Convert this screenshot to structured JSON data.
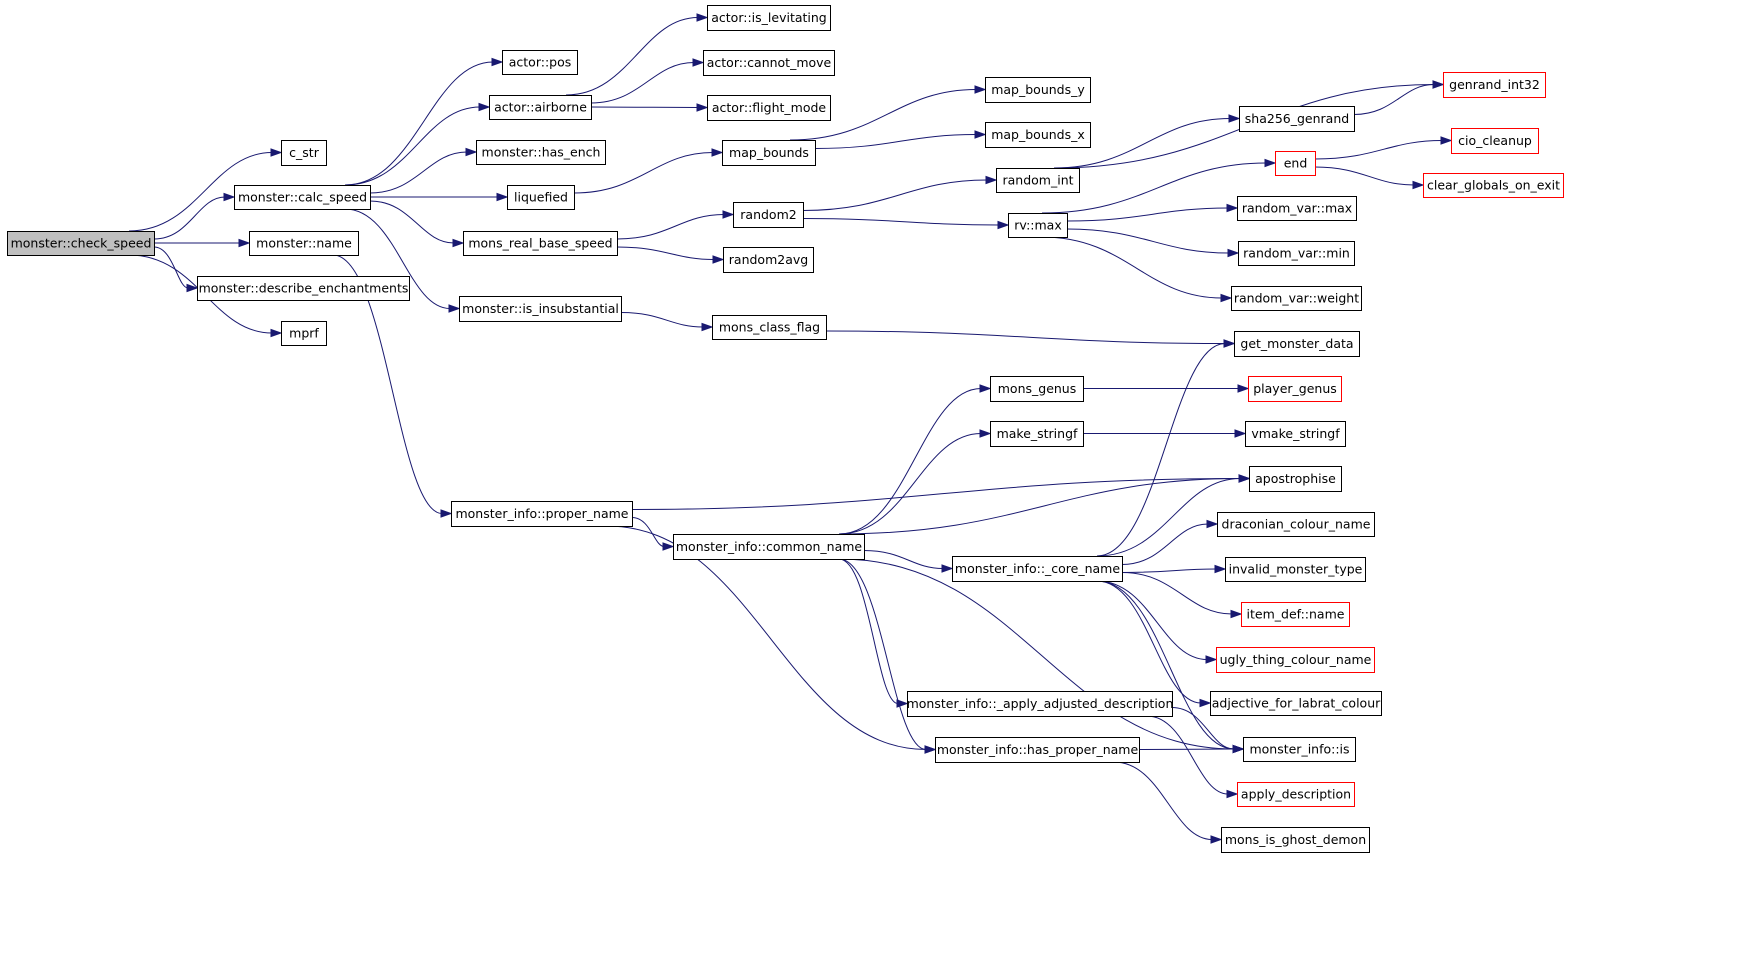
{
  "colors": {
    "edge": "#191970",
    "node_border": "#000000",
    "truncated_node_border": "#ff0000",
    "root_fill": "#bfbfbf"
  },
  "nodes": [
    {
      "id": "check_speed",
      "label": "monster::check_speed",
      "kind": "root"
    },
    {
      "id": "c_str",
      "label": "c_str",
      "kind": "normal"
    },
    {
      "id": "calc_speed",
      "label": "monster::calc_speed",
      "kind": "normal"
    },
    {
      "id": "mname",
      "label": "monster::name",
      "kind": "normal"
    },
    {
      "id": "describe_ench",
      "label": "monster::describe_enchantments",
      "kind": "normal"
    },
    {
      "id": "mprf",
      "label": "mprf",
      "kind": "normal"
    },
    {
      "id": "pos",
      "label": "actor::pos",
      "kind": "normal"
    },
    {
      "id": "airborne",
      "label": "actor::airborne",
      "kind": "normal"
    },
    {
      "id": "has_ench",
      "label": "monster::has_ench",
      "kind": "normal"
    },
    {
      "id": "liquefied",
      "label": "liquefied",
      "kind": "normal"
    },
    {
      "id": "mons_real_base_speed",
      "label": "mons_real_base_speed",
      "kind": "normal"
    },
    {
      "id": "is_insubstantial",
      "label": "monster::is_insubstantial",
      "kind": "normal"
    },
    {
      "id": "proper_name",
      "label": "monster_info::proper_name",
      "kind": "normal"
    },
    {
      "id": "is_levitating",
      "label": "actor::is_levitating",
      "kind": "normal"
    },
    {
      "id": "cannot_move",
      "label": "actor::cannot_move",
      "kind": "normal"
    },
    {
      "id": "flight_mode",
      "label": "actor::flight_mode",
      "kind": "normal"
    },
    {
      "id": "map_bounds",
      "label": "map_bounds",
      "kind": "normal"
    },
    {
      "id": "random2",
      "label": "random2",
      "kind": "normal"
    },
    {
      "id": "random2avg",
      "label": "random2avg",
      "kind": "normal"
    },
    {
      "id": "mons_class_flag",
      "label": "mons_class_flag",
      "kind": "normal"
    },
    {
      "id": "common_name",
      "label": "monster_info::common_name",
      "kind": "normal"
    },
    {
      "id": "map_bounds_y",
      "label": "map_bounds_y",
      "kind": "normal"
    },
    {
      "id": "map_bounds_x",
      "label": "map_bounds_x",
      "kind": "normal"
    },
    {
      "id": "random_int",
      "label": "random_int",
      "kind": "normal"
    },
    {
      "id": "rv_max",
      "label": "rv::max",
      "kind": "normal"
    },
    {
      "id": "mons_genus",
      "label": "mons_genus",
      "kind": "normal"
    },
    {
      "id": "make_stringf",
      "label": "make_stringf",
      "kind": "normal"
    },
    {
      "id": "core_name",
      "label": "monster_info::_core_name",
      "kind": "normal"
    },
    {
      "id": "apply_adj_desc",
      "label": "monster_info::_apply_adjusted_description",
      "kind": "normal"
    },
    {
      "id": "has_proper_name",
      "label": "monster_info::has_proper_name",
      "kind": "normal"
    },
    {
      "id": "sha256",
      "label": "sha256_genrand",
      "kind": "normal"
    },
    {
      "id": "end",
      "label": "end",
      "kind": "truncated"
    },
    {
      "id": "rv_var_max",
      "label": "random_var::max",
      "kind": "normal"
    },
    {
      "id": "rv_var_min",
      "label": "random_var::min",
      "kind": "normal"
    },
    {
      "id": "rv_var_weight",
      "label": "random_var::weight",
      "kind": "normal"
    },
    {
      "id": "get_monster_data",
      "label": "get_monster_data",
      "kind": "normal"
    },
    {
      "id": "player_genus",
      "label": "player_genus",
      "kind": "truncated"
    },
    {
      "id": "vmake_stringf",
      "label": "vmake_stringf",
      "kind": "normal"
    },
    {
      "id": "apostrophise",
      "label": "apostrophise",
      "kind": "normal"
    },
    {
      "id": "draconian_colour_name",
      "label": "draconian_colour_name",
      "kind": "normal"
    },
    {
      "id": "invalid_monster_type",
      "label": "invalid_monster_type",
      "kind": "normal"
    },
    {
      "id": "item_def_name",
      "label": "item_def::name",
      "kind": "truncated"
    },
    {
      "id": "ugly_thing_colour_name",
      "label": "ugly_thing_colour_name",
      "kind": "truncated"
    },
    {
      "id": "adjective_labrat",
      "label": "adjective_for_labrat_colour",
      "kind": "normal"
    },
    {
      "id": "mi_is",
      "label": "monster_info::is",
      "kind": "normal"
    },
    {
      "id": "apply_description",
      "label": "apply_description",
      "kind": "truncated"
    },
    {
      "id": "mons_is_ghost_demon",
      "label": "mons_is_ghost_demon",
      "kind": "normal"
    },
    {
      "id": "genrand_int32",
      "label": "genrand_int32",
      "kind": "truncated"
    },
    {
      "id": "cio_cleanup",
      "label": "cio_cleanup",
      "kind": "truncated"
    },
    {
      "id": "clear_globals",
      "label": "clear_globals_on_exit",
      "kind": "truncated"
    }
  ],
  "edges": [
    [
      "check_speed",
      "c_str"
    ],
    [
      "check_speed",
      "calc_speed"
    ],
    [
      "check_speed",
      "mname"
    ],
    [
      "check_speed",
      "describe_ench"
    ],
    [
      "check_speed",
      "mprf"
    ],
    [
      "calc_speed",
      "pos"
    ],
    [
      "calc_speed",
      "airborne"
    ],
    [
      "calc_speed",
      "has_ench"
    ],
    [
      "calc_speed",
      "liquefied"
    ],
    [
      "calc_speed",
      "mons_real_base_speed"
    ],
    [
      "calc_speed",
      "is_insubstantial"
    ],
    [
      "mname",
      "proper_name"
    ],
    [
      "airborne",
      "is_levitating"
    ],
    [
      "airborne",
      "cannot_move"
    ],
    [
      "airborne",
      "flight_mode"
    ],
    [
      "liquefied",
      "map_bounds"
    ],
    [
      "map_bounds",
      "map_bounds_y"
    ],
    [
      "map_bounds",
      "map_bounds_x"
    ],
    [
      "mons_real_base_speed",
      "random2"
    ],
    [
      "mons_real_base_speed",
      "random2avg"
    ],
    [
      "random2",
      "random_int"
    ],
    [
      "random2",
      "rv_max"
    ],
    [
      "random_int",
      "sha256"
    ],
    [
      "random_int",
      "genrand_int32"
    ],
    [
      "sha256",
      "genrand_int32"
    ],
    [
      "end",
      "cio_cleanup"
    ],
    [
      "end",
      "clear_globals"
    ],
    [
      "rv_max",
      "end"
    ],
    [
      "rv_max",
      "rv_var_max"
    ],
    [
      "rv_max",
      "rv_var_min"
    ],
    [
      "rv_max",
      "rv_var_weight"
    ],
    [
      "is_insubstantial",
      "mons_class_flag"
    ],
    [
      "mons_class_flag",
      "get_monster_data"
    ],
    [
      "proper_name",
      "apostrophise"
    ],
    [
      "proper_name",
      "common_name"
    ],
    [
      "proper_name",
      "has_proper_name"
    ],
    [
      "common_name",
      "mons_genus"
    ],
    [
      "common_name",
      "make_stringf"
    ],
    [
      "common_name",
      "apostrophise"
    ],
    [
      "common_name",
      "core_name"
    ],
    [
      "common_name",
      "apply_adj_desc"
    ],
    [
      "common_name",
      "has_proper_name"
    ],
    [
      "common_name",
      "mi_is"
    ],
    [
      "mons_genus",
      "player_genus"
    ],
    [
      "make_stringf",
      "vmake_stringf"
    ],
    [
      "core_name",
      "get_monster_data"
    ],
    [
      "core_name",
      "apostrophise"
    ],
    [
      "core_name",
      "draconian_colour_name"
    ],
    [
      "core_name",
      "invalid_monster_type"
    ],
    [
      "core_name",
      "item_def_name"
    ],
    [
      "core_name",
      "ugly_thing_colour_name"
    ],
    [
      "core_name",
      "adjective_labrat"
    ],
    [
      "core_name",
      "mi_is"
    ],
    [
      "apply_adj_desc",
      "mi_is"
    ],
    [
      "apply_adj_desc",
      "apply_description"
    ],
    [
      "has_proper_name",
      "mi_is"
    ],
    [
      "has_proper_name",
      "mons_is_ghost_demon"
    ]
  ]
}
